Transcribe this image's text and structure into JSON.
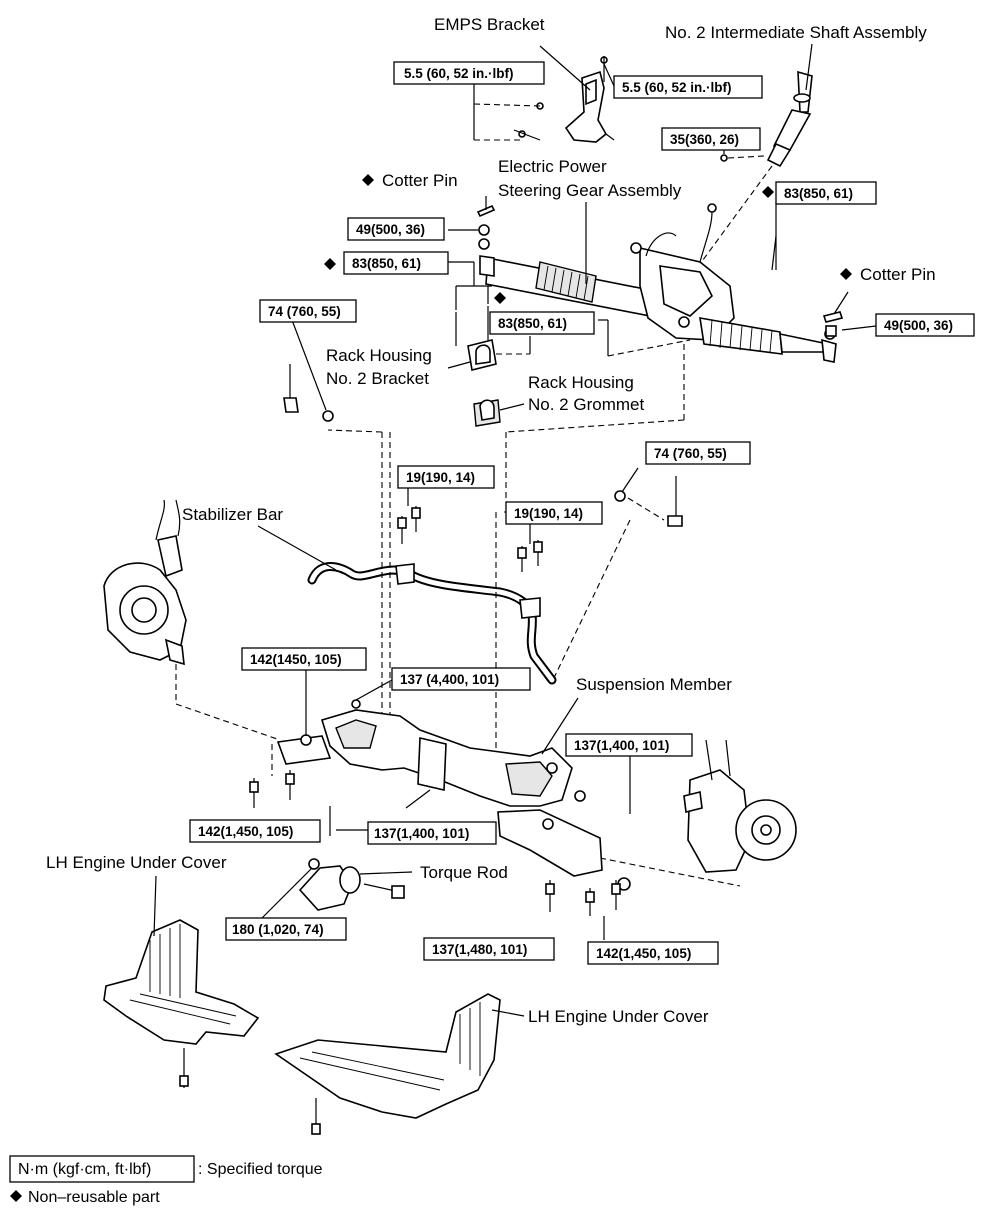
{
  "labels": {
    "emps_bracket": "EMPS Bracket",
    "intermediate_shaft": "No. 2 Intermediate Shaft Assembly",
    "steering_gear_l1": "Electric Power",
    "steering_gear_l2": "Steering Gear Assembly",
    "cotter_pin_left": "Cotter Pin",
    "cotter_pin_right": "Cotter Pin",
    "rack_bracket_l1": "Rack Housing",
    "rack_bracket_l2": "No. 2 Bracket",
    "rack_grommet_l1": "Rack Housing",
    "rack_grommet_l2": "No. 2 Grommet",
    "stabilizer_bar": "Stabilizer Bar",
    "suspension_member": "Suspension Member",
    "lh_under_cover_1": "LH Engine Under Cover",
    "torque_rod": "Torque Rod",
    "lh_under_cover_2": "LH Engine Under Cover"
  },
  "torques": {
    "emps_left": "5.5 (60, 52 in.·lbf)",
    "emps_right": "5.5 (60, 52 in.·lbf)",
    "shaft": "35(360, 26)",
    "gear_right": "83(850, 61)",
    "cotter_left": "49(500, 36)",
    "tie_rod_left": "83(850, 61)",
    "bracket_mid": "83(850, 61)",
    "cotter_right": "49(500, 36)",
    "stab_link_left": "74 (760, 55)",
    "stab_link_right": "74 (760, 55)",
    "stab_bracket_left": "19(190, 14)",
    "stab_bracket_right": "19(190, 14)",
    "member_left_top": "142(1450, 105)",
    "member_center_top": "137 (4,400, 101)",
    "member_right_top": "137(1,400, 101)",
    "member_left_bottom": "142(1,450, 105)",
    "member_center_bottom": "137(1,400, 101)",
    "torque_rod_bolt": "180 (1,020, 74)",
    "member_bottom_center": "137(1,480, 101)",
    "member_bottom_right": "142(1,450, 105)"
  },
  "legend": {
    "torque_unit": "N·m (kgf·cm, ft·lbf)",
    "torque_desc": ": Specified torque",
    "non_reusable": "Non–reusable part"
  },
  "icons": {
    "non_reusable_marker": "diamond-icon"
  }
}
